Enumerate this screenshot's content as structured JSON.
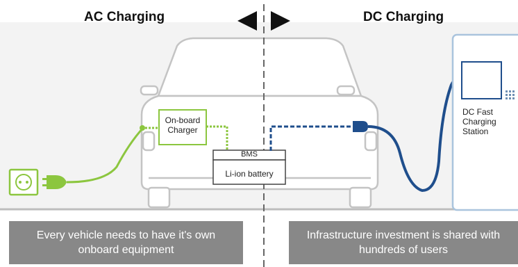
{
  "headings": {
    "ac": "AC Charging",
    "dc": "DC Charging"
  },
  "vehicle": {
    "onboard_charger": [
      "On-board",
      "Charger"
    ],
    "bms": "BMS",
    "battery": "Li-ion battery"
  },
  "station": {
    "label": [
      "DC Fast",
      "Charging",
      "Station"
    ]
  },
  "notes": {
    "ac": [
      "Every vehicle needs to have it's own",
      "onboard equipment"
    ],
    "dc": [
      "Infrastructure investment is shared with",
      "hundreds of users"
    ]
  },
  "colors": {
    "ac_green": "#8cc63f",
    "dc_blue": "#1f4e8c",
    "outline_gray": "#c8c8c8",
    "note_gray": "#888888"
  }
}
